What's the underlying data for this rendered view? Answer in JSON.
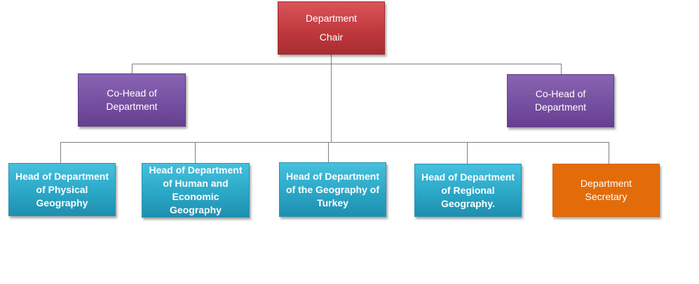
{
  "nodes": {
    "chair": {
      "line1": "Department",
      "line2": "Chair",
      "color": "#c0393d"
    },
    "cohead_left": {
      "label": "Co-Head of Department",
      "color": "#7650a0"
    },
    "cohead_right": {
      "label": "Co-Head of Department",
      "color": "#7650a0"
    },
    "head_physical": {
      "label": "Head of Department of Physical Geography",
      "color": "#2ba7c7"
    },
    "head_human": {
      "label": "Head of Department of Human and Economic Geography",
      "color": "#2ba7c7"
    },
    "head_turkey": {
      "label": "Head of Department of the Geography of Turkey",
      "color": "#2ba7c7"
    },
    "head_regional": {
      "label": "Head of Department of Regional Geography.",
      "color": "#2ba7c7"
    },
    "secretary": {
      "label": "Department Secretary",
      "color": "#e36c0a"
    }
  },
  "connector_color": "#7f7f7f"
}
